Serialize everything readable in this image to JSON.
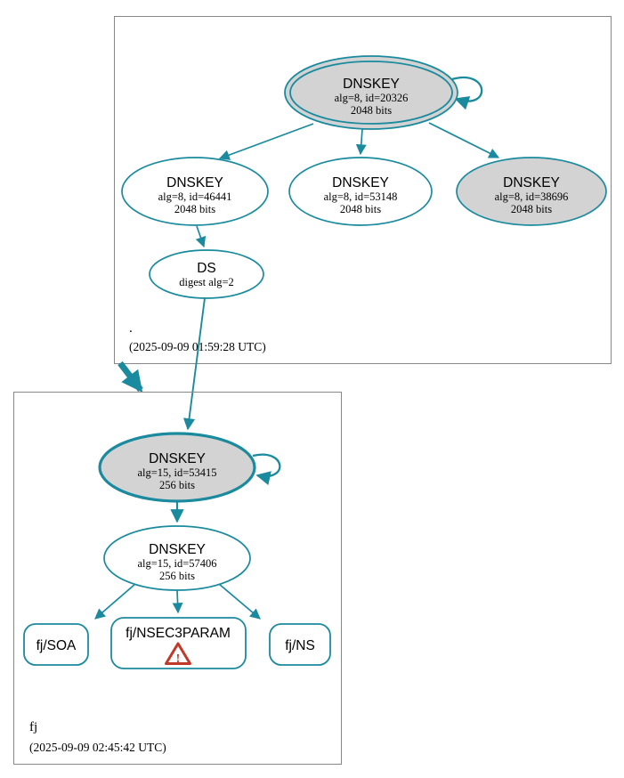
{
  "diagram": {
    "zones": [
      {
        "name": ".",
        "timestamp": "(2025-09-09 01:59:28 UTC)"
      },
      {
        "name": "fj",
        "timestamp": "(2025-09-09 02:45:42 UTC)"
      }
    ],
    "nodes": {
      "root_ksk_20326": {
        "title": "DNSKEY",
        "detail1": "alg=8, id=20326",
        "detail2": "2048 bits"
      },
      "root_zsk_46441": {
        "title": "DNSKEY",
        "detail1": "alg=8, id=46441",
        "detail2": "2048 bits"
      },
      "root_zsk_53148": {
        "title": "DNSKEY",
        "detail1": "alg=8, id=53148",
        "detail2": "2048 bits"
      },
      "root_ksk_38696": {
        "title": "DNSKEY",
        "detail1": "alg=8, id=38696",
        "detail2": "2048 bits"
      },
      "root_ds": {
        "title": "DS",
        "detail1": "digest alg=2"
      },
      "fj_ksk_53415": {
        "title": "DNSKEY",
        "detail1": "alg=15, id=53415",
        "detail2": "256 bits"
      },
      "fj_zsk_57406": {
        "title": "DNSKEY",
        "detail1": "alg=15, id=57406",
        "detail2": "256 bits"
      },
      "fj_soa": {
        "label": "fj/SOA"
      },
      "fj_nsec3param": {
        "label": "fj/NSEC3PARAM",
        "warning_glyph": "!"
      },
      "fj_ns": {
        "label": "fj/NS"
      }
    },
    "colors": {
      "edge": "#1a8a9e",
      "ksk_fill": "#d3d3d3",
      "node_fill": "#ffffff",
      "box_border": "#888888",
      "warning_red": "#c0392b",
      "text": "#000000"
    }
  }
}
